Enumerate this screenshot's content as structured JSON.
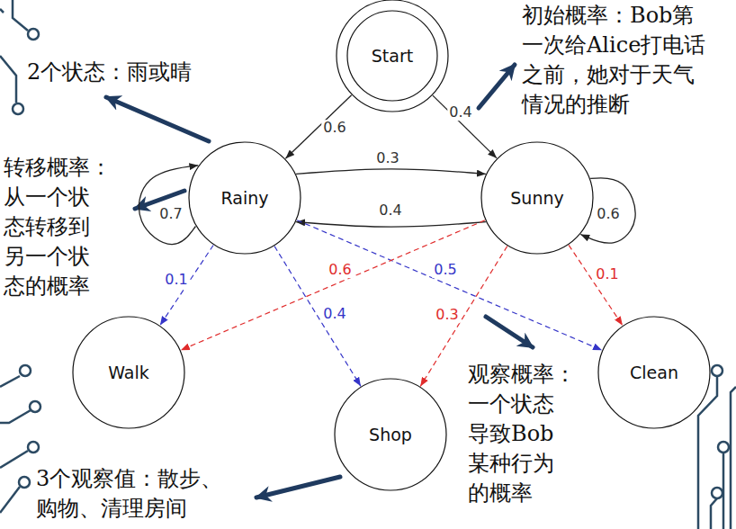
{
  "diagram": {
    "nodes": [
      {
        "text": [
          "Start"
        ]
      },
      {
        "text": [
          "Rainy"
        ]
      },
      {
        "text": [
          "Sunny"
        ]
      },
      {
        "text": [
          "Walk"
        ]
      },
      {
        "text": [
          "Shop"
        ]
      },
      {
        "text": [
          "Clean"
        ]
      }
    ],
    "edges": [
      {
        "from": 0,
        "to": 1,
        "label": "0.6",
        "arrow": "to"
      },
      {
        "from": 0,
        "to": 2,
        "label": "0.4",
        "arrow": "to"
      },
      {
        "from": 1,
        "to": 1,
        "label": "0.7",
        "arrow": "to"
      },
      {
        "from": 1,
        "to": 2,
        "label": "0.3",
        "arrow": "to"
      },
      {
        "from": 2,
        "to": 1,
        "label": "0.4",
        "arrow": "to"
      },
      {
        "from": 2,
        "to": 2,
        "label": "0.6",
        "arrow": "to"
      },
      {
        "from": 1,
        "to": 3,
        "label": "0.1",
        "arrow": "to"
      },
      {
        "from": 1,
        "to": 4,
        "label": "0.4",
        "arrow": "to"
      },
      {
        "from": 1,
        "to": 5,
        "label": "0.5",
        "arrow": "to"
      },
      {
        "from": 2,
        "to": 3,
        "label": "0.6",
        "arrow": "to"
      },
      {
        "from": 2,
        "to": 4,
        "label": "0.3",
        "arrow": "to"
      },
      {
        "from": 2,
        "to": 5,
        "label": "0.1",
        "arrow": "to"
      }
    ],
    "labels": [
      "初始概率：Bob第 一次给Alice打电话 之前，她对于天气 情况的推断",
      "2个状态：雨或晴",
      "转移概率： 从一个状 态转移到 另一个状 态的概率",
      "观察概率： 一个状态 导致Bob 某种行为 的概率",
      "3个观察值：散步、 购物、清理房间"
    ]
  }
}
